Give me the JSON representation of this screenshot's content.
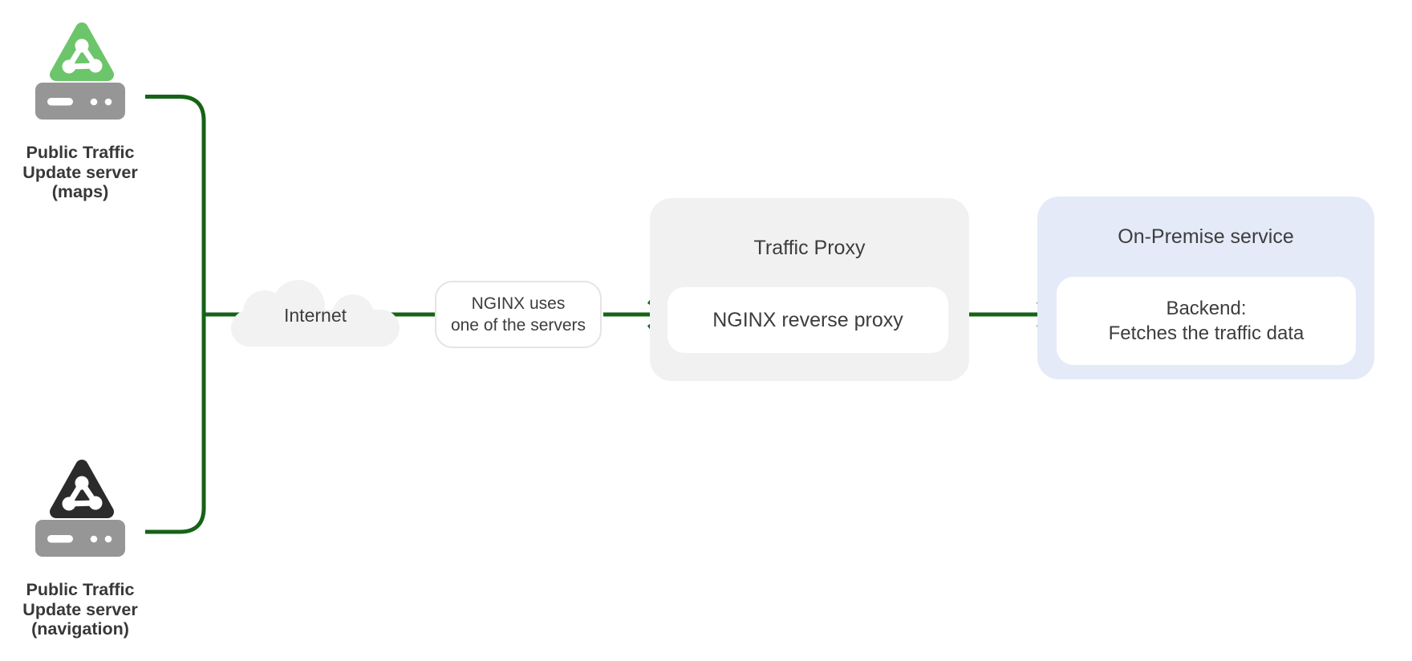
{
  "theme": {
    "line_green": "#166317",
    "icon_green": "#6cc56a",
    "icon_dark": "#2b2b2b",
    "server_gray": "#969696",
    "cloud_gray": "#f2f2f2",
    "container_gray": "#f1f1f1",
    "container_blue": "#e4eaf8",
    "text_dark": "#3d3d3d",
    "box_border": "#e4e4e4"
  },
  "diagram": {
    "type": "architecture-flow",
    "nodes": {
      "server_maps": {
        "label_lines": [
          "Public Traffic",
          "Update server",
          "(maps)"
        ]
      },
      "server_navigation": {
        "label_lines": [
          "Public Traffic",
          "Update server",
          "(navigation)"
        ]
      },
      "internet": {
        "label": "Internet"
      },
      "nginx_note": {
        "label_lines": [
          "NGINX uses",
          "one of the servers"
        ]
      },
      "traffic_proxy": {
        "title": "Traffic Proxy",
        "inner_label": "NGINX reverse proxy"
      },
      "on_premise": {
        "title": "On-Premise service",
        "inner_lines": [
          "Backend:",
          "Fetches the traffic data"
        ]
      }
    },
    "edges": [
      "server_maps -> internet",
      "server_navigation -> internet",
      "internet -> nginx_note -> traffic_proxy.nginx_reverse_proxy",
      "traffic_proxy.nginx_reverse_proxy -> on_premise.backend"
    ]
  }
}
